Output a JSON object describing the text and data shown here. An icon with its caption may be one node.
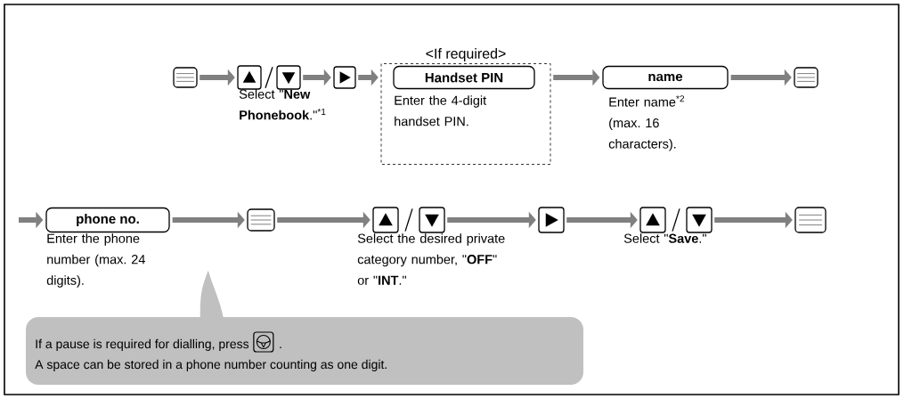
{
  "diagram": {
    "nodes": [
      {
        "text": [],
        "shape": "box"
      },
      {
        "text": [],
        "shape": "box",
        "beside": [
          "Select \"**New Phonebook**.\"$^{*1}$"
        ]
      },
      {
        "text": [],
        "shape": "box"
      },
      {
        "text": [
          "<If required>"
        ]
      },
      {
        "text": [
          "Handset PIN"
        ],
        "in": 3,
        "beside": [
          "Enter the 4-digit handset PIN."
        ]
      },
      {
        "text": [
          "name"
        ],
        "beside": [
          "Enter name$^{*2}$ (max. 16 characters)."
        ]
      },
      {
        "text": [],
        "shape": "box"
      },
      {
        "text": [
          "phone no."
        ],
        "beside": [
          "Enter the phone number (max. 24 digits)."
        ]
      },
      {
        "text": [],
        "shape": "box"
      },
      {
        "text": [],
        "shape": "box",
        "beside": [
          "Select the desired private category number, \"**OFF**\" or \"**INT**.\""
        ]
      },
      {
        "text": [],
        "shape": "box"
      },
      {
        "text": [],
        "shape": "box",
        "beside": [
          "Select \"**Save**.\""
        ]
      },
      {
        "text": [],
        "shape": "box"
      },
      {
        "text": [
          "If a pause is required for dialling, press",
          ".",
          "A space can be stored in a phone number counting as one digit."
        ]
      }
    ],
    "edges": [
      {
        "from": 0,
        "to": 1,
        "arrow": "to"
      },
      {
        "from": 1,
        "to": 2,
        "arrow": "to"
      },
      {
        "from": 2,
        "to": 3,
        "arrow": "to"
      },
      {
        "from": 3,
        "to": 5,
        "arrow": "to"
      },
      {
        "from": 5,
        "to": 6,
        "arrow": "to"
      },
      {
        "from": null,
        "to": 7,
        "arrow": "to"
      },
      {
        "from": 7,
        "to": 8,
        "arrow": "to"
      },
      {
        "from": 8,
        "to": 9,
        "arrow": "to"
      },
      {
        "from": 9,
        "to": 10,
        "arrow": "to"
      },
      {
        "from": 10,
        "to": 11,
        "arrow": "to"
      },
      {
        "from": 11,
        "to": 12,
        "arrow": "to"
      }
    ]
  }
}
